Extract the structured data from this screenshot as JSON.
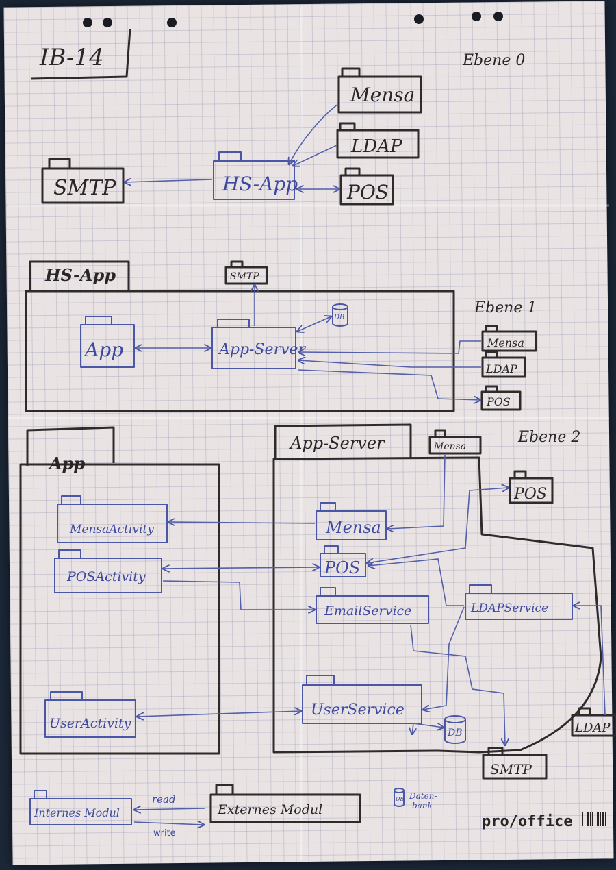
{
  "title": "IB-14",
  "levels": {
    "level0": "Ebene 0",
    "level1": "Ebene 1",
    "level2": "Ebene 2"
  },
  "level0": {
    "mensa": "Mensa",
    "ldap": "LDAP",
    "pos": "POS",
    "smtp": "SMTP",
    "hs_app": "HS-App"
  },
  "level1": {
    "container": "HS-App",
    "app": "App",
    "app_server": "App-Server",
    "smtp": "SMTP",
    "db": "DB",
    "mensa": "Mensa",
    "ldap": "LDAP",
    "pos": "POS"
  },
  "level2": {
    "app_container": "App",
    "server_container": "App-Server",
    "mensa_ext": "Mensa",
    "pos_ext": "POS",
    "ldap_ext": "LDAP",
    "smtp_ext": "SMTP",
    "mensa_activity": "MensaActivity",
    "pos_activity": "POSActivity",
    "user_activity": "UserActivity",
    "mensa": "Mensa",
    "pos": "POS",
    "email_service": "EmailService",
    "ldap_service": "LDAPService",
    "user_service": "UserService",
    "db": "DB"
  },
  "legend": {
    "internal": "Internes Modul",
    "external": "Externes Modul",
    "read": "read",
    "write": "write",
    "db_icon": "DB",
    "db_label_1": "Daten-",
    "db_label_2": "bank"
  },
  "brand": "pro/office"
}
